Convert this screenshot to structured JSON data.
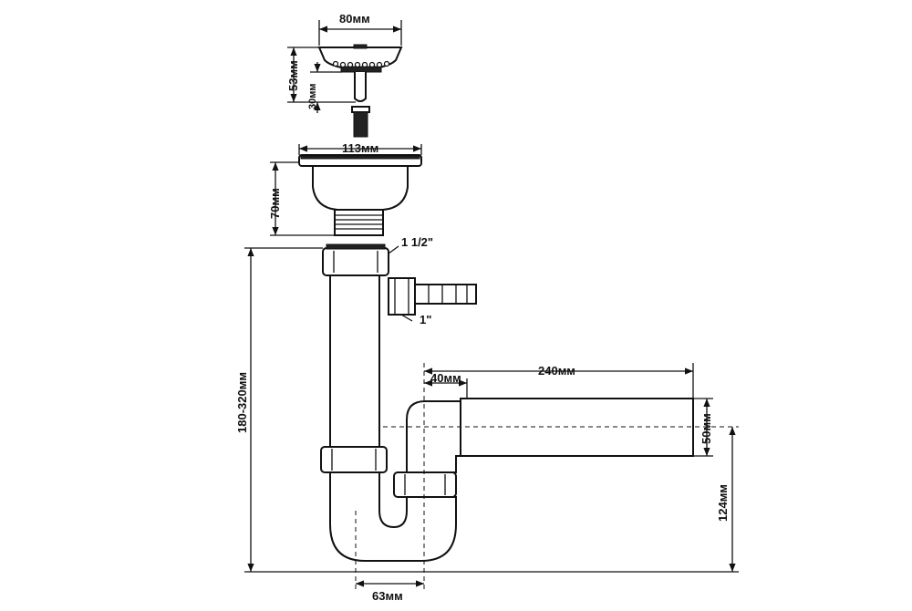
{
  "diagram": {
    "labels": {
      "strainer_width": "80мм",
      "strainer_height": "53мм",
      "stem_height": "30мм",
      "flange_width": "113мм",
      "bowl_height": "70мм",
      "inlet_thread": "1 1/2\"",
      "side_outlet": "1\"",
      "total_height": "180-320мм",
      "offset": "40мм",
      "outlet_length": "240мм",
      "outlet_diameter": "50мм",
      "outlet_height": "124мм",
      "trap_spacing": "63мм"
    }
  }
}
